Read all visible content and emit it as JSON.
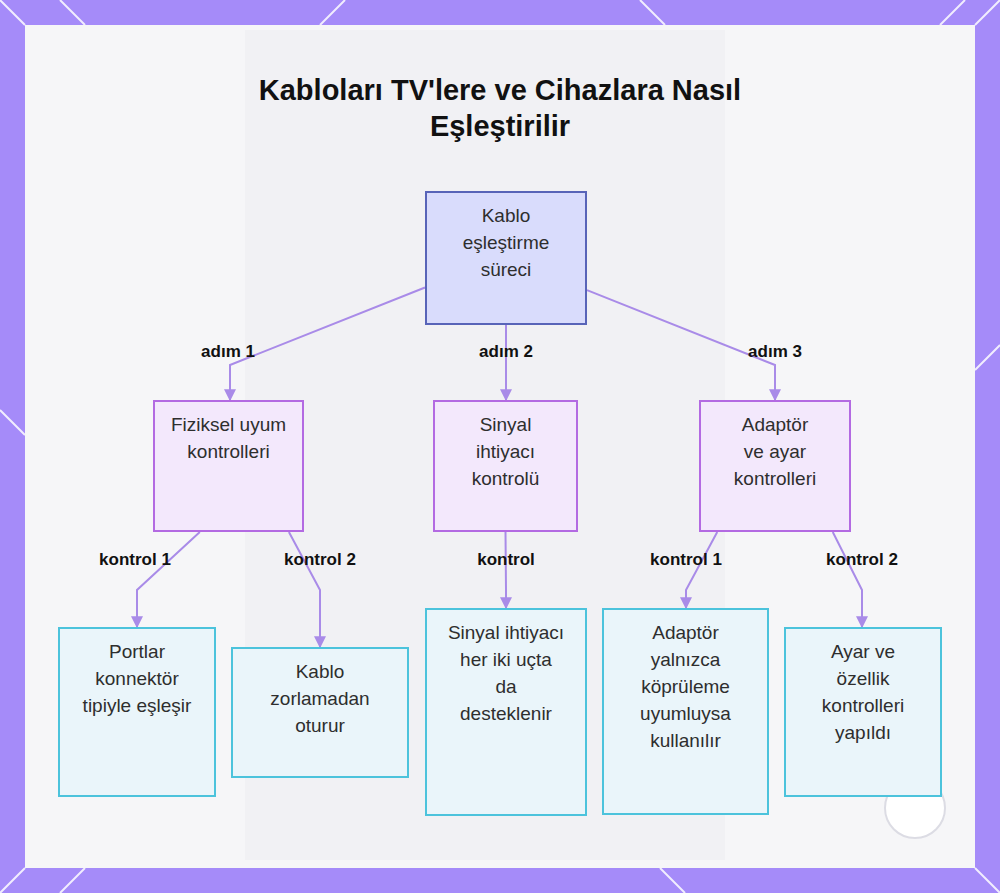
{
  "diagram": {
    "title": "Kabloları TV'lere ve Cihazlara Nasıl Eşleştirilir",
    "nodes": [
      {
        "text": [
          "Kablo eşleştirme süreci"
        ]
      },
      {
        "text": [
          "Fiziksel uyum kontrolleri"
        ]
      },
      {
        "text": [
          "Sinyal ihtiyacı kontrolü"
        ]
      },
      {
        "text": [
          "Adaptör ve ayar kontrolleri"
        ]
      },
      {
        "text": [
          "Portlar konnektör tipiyle eşleşir"
        ]
      },
      {
        "text": [
          "Kablo zorlamadan oturur"
        ]
      },
      {
        "text": [
          "Sinyal ihtiyacı her iki uçta da desteklenir"
        ]
      },
      {
        "text": [
          "Adaptör yalnızca köprüleme uyumluysa kullanılır"
        ]
      },
      {
        "text": [
          "Ayar ve özellik kontrolleri yapıldı"
        ]
      }
    ],
    "edges": [
      {
        "from": 0,
        "to": 1,
        "arrow": "to",
        "label": "adım 1"
      },
      {
        "from": 0,
        "to": 2,
        "arrow": "to",
        "label": "adım 2"
      },
      {
        "from": 0,
        "to": 3,
        "arrow": "to",
        "label": "adım 3"
      },
      {
        "from": 1,
        "to": 4,
        "arrow": "to",
        "label": "kontrol 1"
      },
      {
        "from": 1,
        "to": 5,
        "arrow": "to",
        "label": "kontrol 2"
      },
      {
        "from": 2,
        "to": 6,
        "arrow": "to",
        "label": "kontrol"
      },
      {
        "from": 3,
        "to": 7,
        "arrow": "to",
        "label": "kontrol 1"
      },
      {
        "from": 3,
        "to": 8,
        "arrow": "to",
        "label": "kontrol 2"
      }
    ]
  }
}
